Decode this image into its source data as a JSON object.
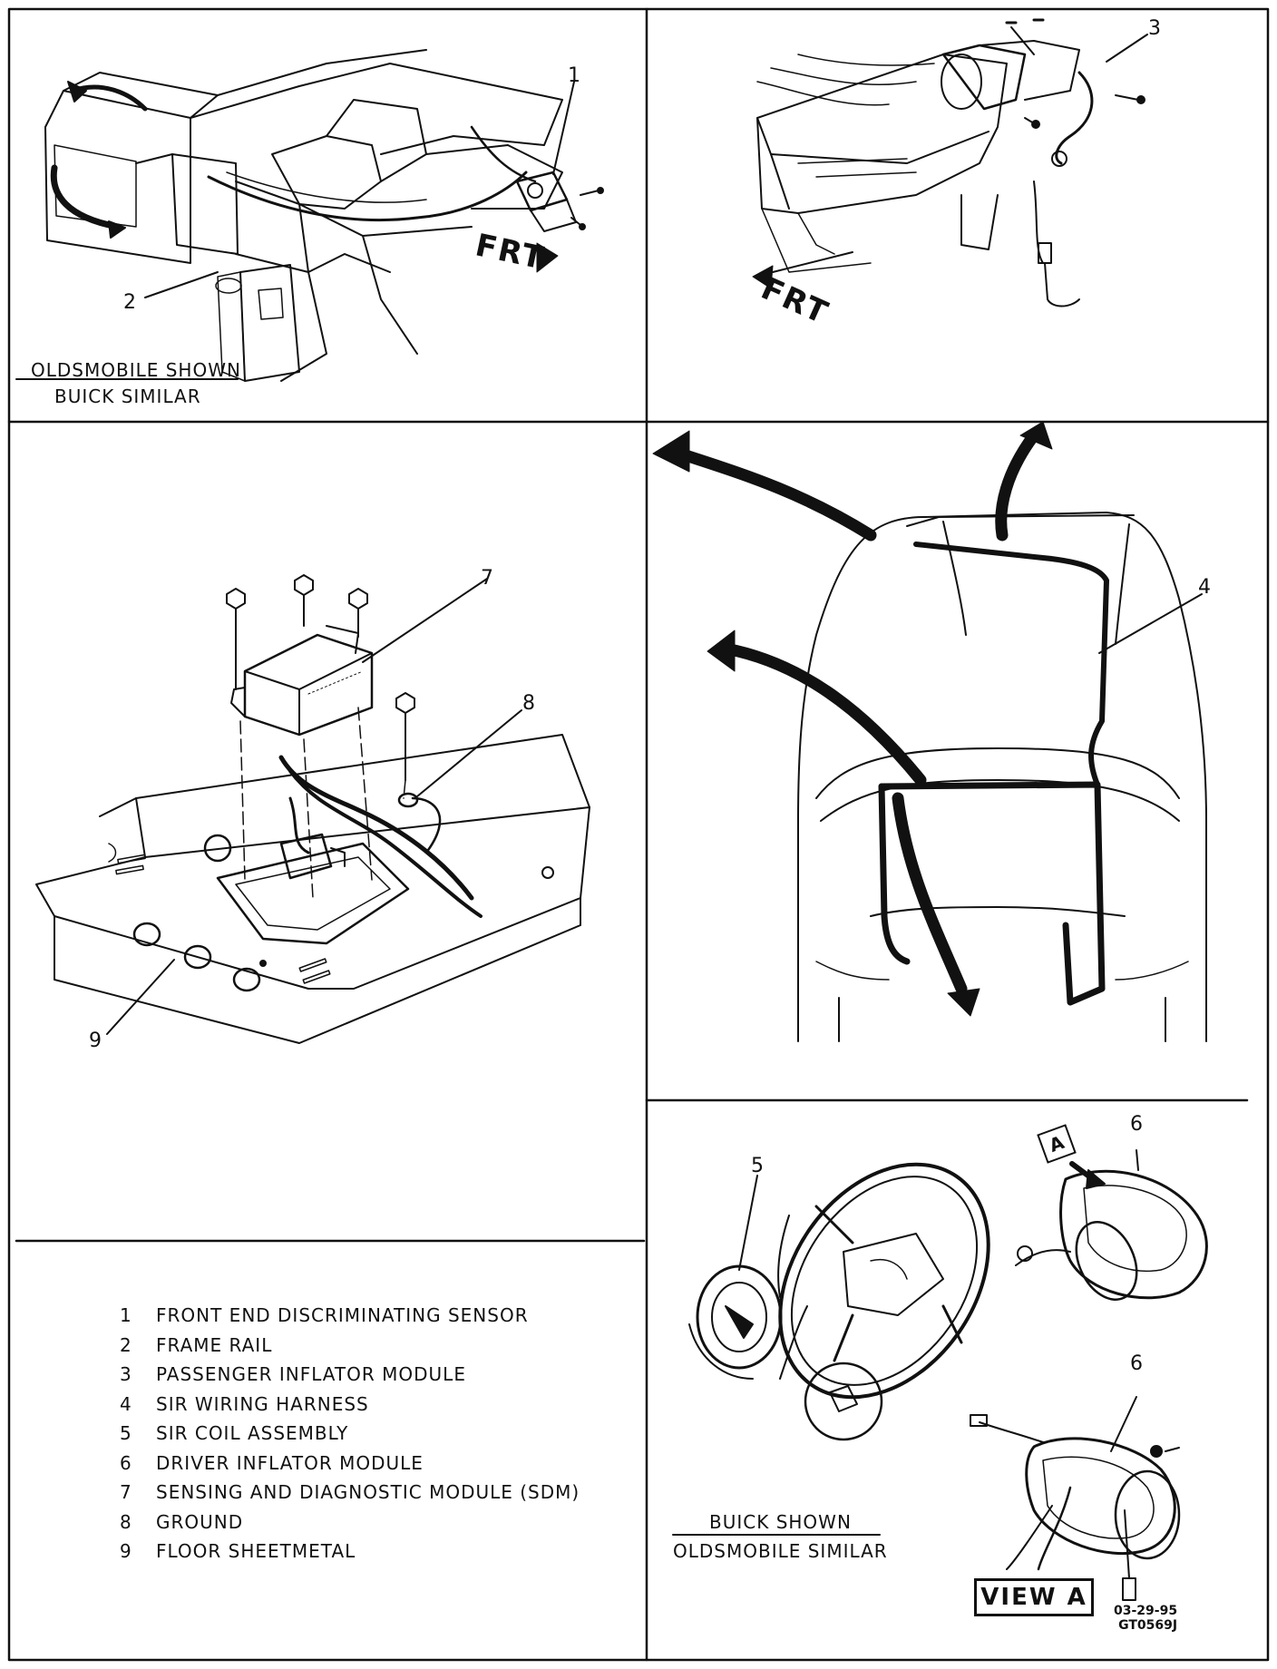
{
  "callouts": {
    "c1": "1",
    "c2": "2",
    "c3": "3",
    "c4": "4",
    "c5": "5",
    "c6a": "6",
    "c6b": "6",
    "c7": "7",
    "c8": "8",
    "c9": "9"
  },
  "directions": {
    "frt_top_left": "FRT",
    "frt_top_right": "FRT"
  },
  "captions": {
    "oldsmobile_top": "OLDSMOBILE SHOWN",
    "buick_bottom": "BUICK SIMILAR",
    "buick_top": "BUICK SHOWN",
    "oldsmobile_bottom": "OLDSMOBILE SIMILAR"
  },
  "view": {
    "tag": "A",
    "label": "VIEW A"
  },
  "legend": [
    {
      "num": "1",
      "text": "FRONT END DISCRIMINATING SENSOR"
    },
    {
      "num": "2",
      "text": "FRAME RAIL"
    },
    {
      "num": "3",
      "text": "PASSENGER INFLATOR MODULE"
    },
    {
      "num": "4",
      "text": "SIR WIRING HARNESS"
    },
    {
      "num": "5",
      "text": "SIR COIL ASSEMBLY"
    },
    {
      "num": "6",
      "text": "DRIVER INFLATOR MODULE"
    },
    {
      "num": "7",
      "text": "SENSING AND DIAGNOSTIC MODULE (SDM)"
    },
    {
      "num": "8",
      "text": "GROUND"
    },
    {
      "num": "9",
      "text": "FLOOR SHEETMETAL"
    }
  ],
  "reference": {
    "date": "03-29-95",
    "code": "GT0569J"
  }
}
